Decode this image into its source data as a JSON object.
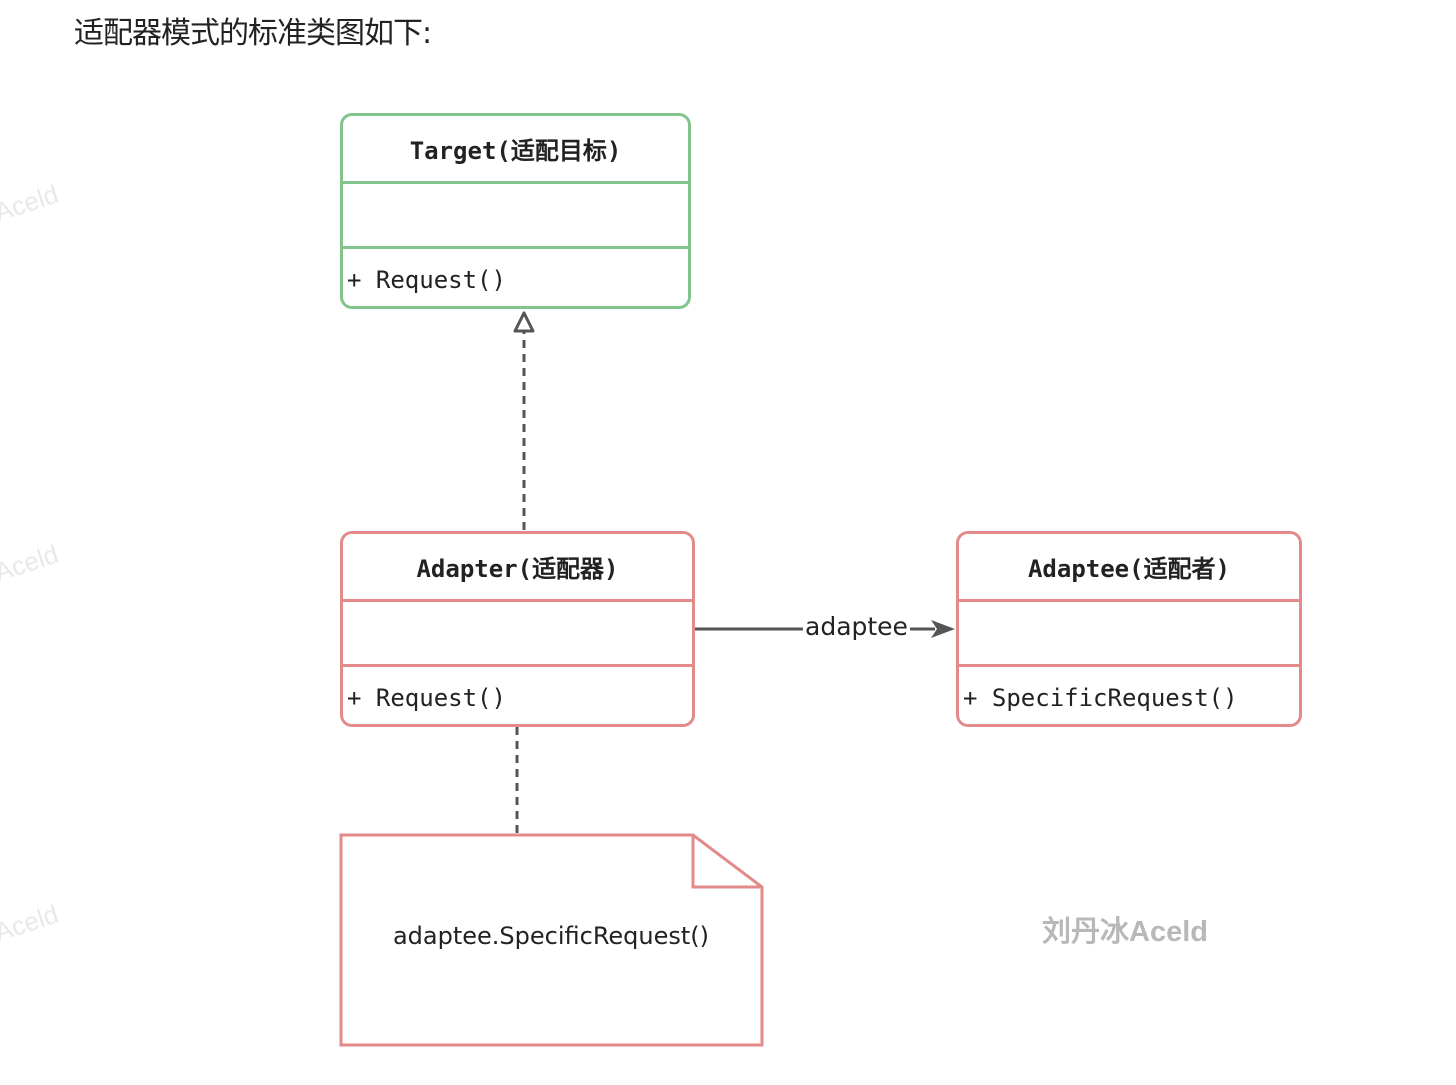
{
  "intro_text": "适配器模式的标准类图如下:",
  "watermark": {
    "side": "Aceld",
    "main": "刘丹冰Aceld"
  },
  "classes": {
    "target": {
      "name": "Target(适配目标)",
      "attributes": "",
      "method": "+ Request()"
    },
    "adapter": {
      "name": "Adapter(适配器)",
      "attributes": "",
      "method": "+ Request()"
    },
    "adaptee": {
      "name": "Adaptee(适配者)",
      "attributes": "",
      "method": "+ SpecificRequest()"
    }
  },
  "note": {
    "text": "adaptee.SpecificRequest()"
  },
  "association": {
    "label": "adaptee"
  },
  "colors": {
    "target_border": "#82c48b",
    "adapter_border": "#e38b8b",
    "line": "#555555"
  }
}
